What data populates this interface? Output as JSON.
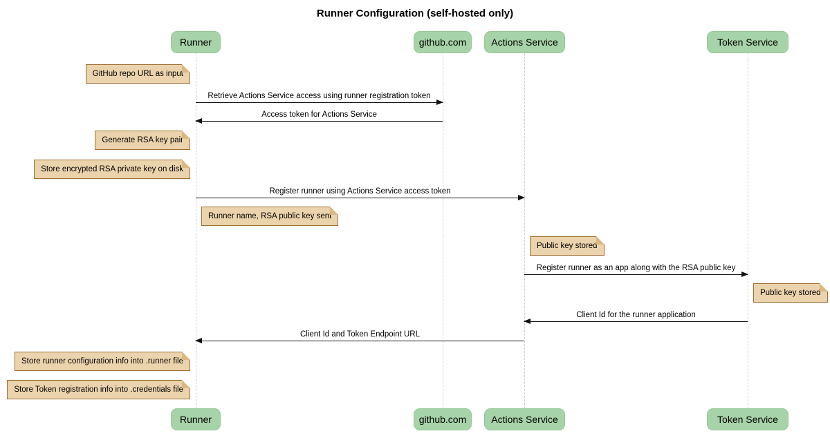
{
  "title": "Runner Configuration (self-hosted only)",
  "diagram_type": "sequence",
  "colors": {
    "participant_fill": "#A6D3A8",
    "participant_border": "#96C798",
    "note_fill": "#EBD3AD",
    "note_border": "#9E6E31",
    "note_fold": "#D9B97F",
    "lifeline": "#CCCCCC",
    "arrow": "#111111"
  },
  "participants": [
    {
      "label": "Runner"
    },
    {
      "label": "github.com"
    },
    {
      "label": "Actions Service"
    },
    {
      "label": "Token Service"
    }
  ],
  "messages": [
    {
      "text": "Retrieve Actions Service access using runner registration token",
      "from": "Runner",
      "to": "github.com"
    },
    {
      "text": "Access token for Actions Service",
      "from": "github.com",
      "to": "Runner"
    },
    {
      "text": "Register runner using Actions Service access token",
      "from": "Runner",
      "to": "Actions Service"
    },
    {
      "text": "Register runner as an app along with the RSA public key",
      "from": "Actions Service",
      "to": "Token Service"
    },
    {
      "text": "Client Id for the runner application",
      "from": "Token Service",
      "to": "Actions Service"
    },
    {
      "text": "Client Id and Token Endpoint URL",
      "from": "Actions Service",
      "to": "Runner"
    }
  ],
  "notes": [
    {
      "text": "GitHub repo URL as input",
      "position": "left of Runner"
    },
    {
      "text": "Generate RSA key pair",
      "position": "left of Runner"
    },
    {
      "text": "Store encrypted RSA private key on disk",
      "position": "left of Runner"
    },
    {
      "text": "Runner name, RSA public key sent",
      "position": "right of Runner"
    },
    {
      "text": "Public key stored",
      "position": "right of Actions Service"
    },
    {
      "text": "Public key stored",
      "position": "right of Token Service"
    },
    {
      "text": "Store runner configuration info into .runner file",
      "position": "left of Runner"
    },
    {
      "text": "Store Token registration info into .credentials file",
      "position": "left of Runner"
    }
  ]
}
